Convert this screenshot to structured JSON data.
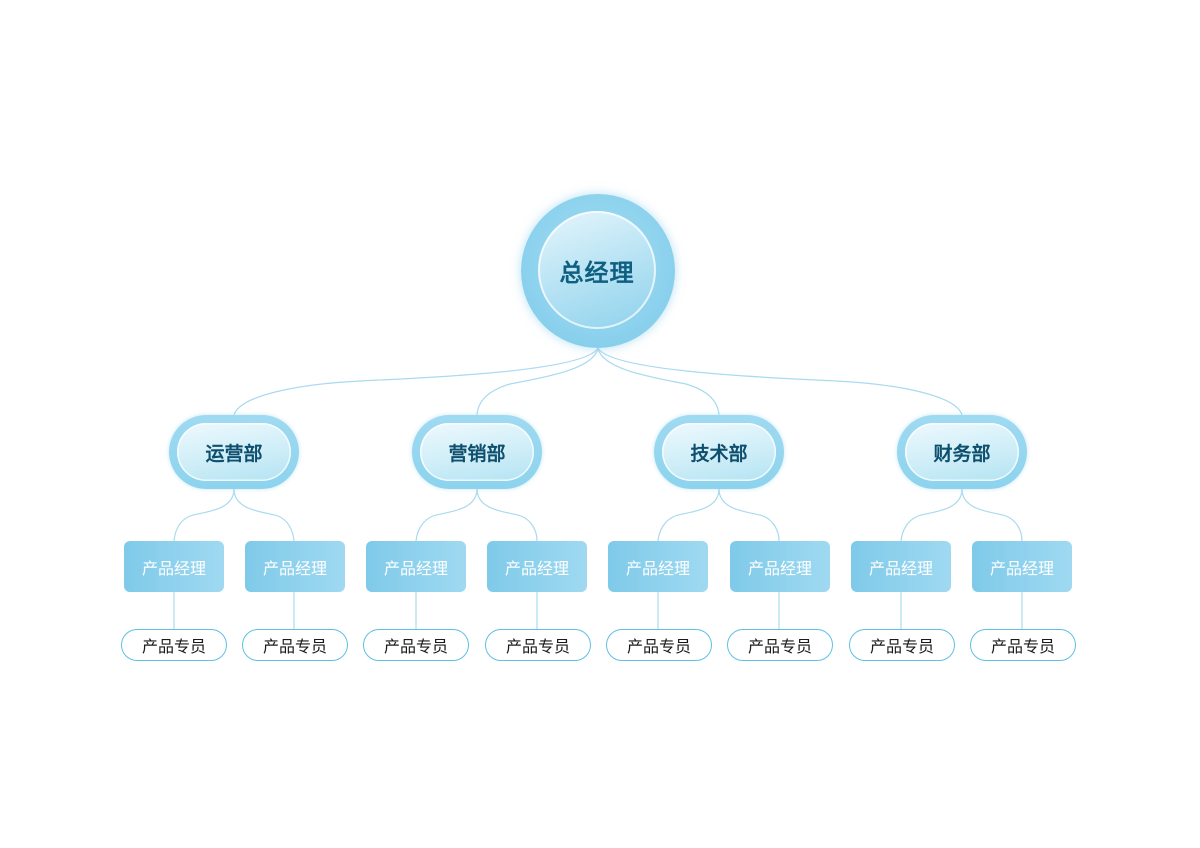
{
  "colors": {
    "accent": "#7cc9ea",
    "line": "#a9daef",
    "root_text": "#0f5f80",
    "dept_text": "#0f4f6e",
    "staff_border": "#5ec0e4"
  },
  "root": {
    "label": "总经理"
  },
  "departments": [
    {
      "label": "运营部",
      "managers": [
        {
          "label": "产品经理",
          "staff": "产品专员"
        },
        {
          "label": "产品经理",
          "staff": "产品专员"
        }
      ]
    },
    {
      "label": "营销部",
      "managers": [
        {
          "label": "产品经理",
          "staff": "产品专员"
        },
        {
          "label": "产品经理",
          "staff": "产品专员"
        }
      ]
    },
    {
      "label": "技术部",
      "managers": [
        {
          "label": "产品经理",
          "staff": "产品专员"
        },
        {
          "label": "产品经理",
          "staff": "产品专员"
        }
      ]
    },
    {
      "label": "财务部",
      "managers": [
        {
          "label": "产品经理",
          "staff": "产品专员"
        },
        {
          "label": "产品经理",
          "staff": "产品专员"
        }
      ]
    }
  ]
}
